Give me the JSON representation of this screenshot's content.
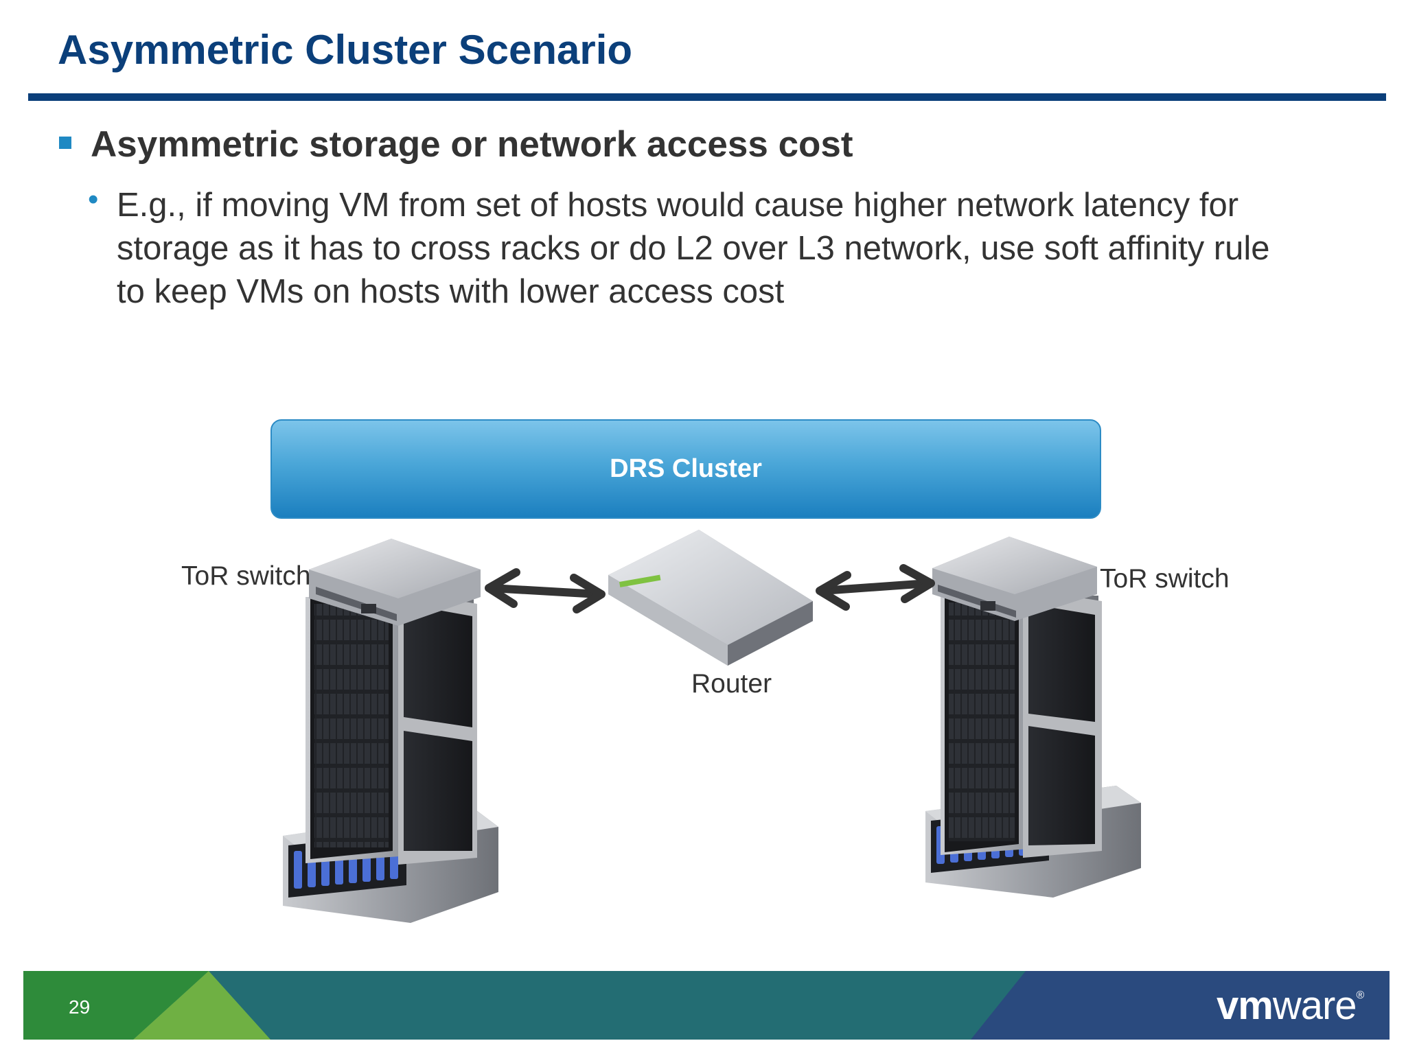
{
  "slide": {
    "title": "Asymmetric Cluster Scenario",
    "bullets": [
      {
        "text": "Asymmetric storage or network access cost",
        "sub": {
          "marker": "•",
          "lines": [
            "E.g., if moving VM from set of hosts would cause higher network latency for",
            "storage as it has to cross racks or do L2 over L3 network, use soft affinity rule",
            "to keep VMs on hosts with lower access cost"
          ]
        }
      }
    ]
  },
  "diagram": {
    "cluster_label": "DRS Cluster",
    "left_switch_label": "ToR switch",
    "right_switch_label": "ToR switch",
    "router_label": "Router",
    "icons": [
      "server-rack-icon",
      "router-icon",
      "bidirectional-arrow-icon"
    ]
  },
  "footer": {
    "page_number": "29",
    "logo_vm": "vm",
    "logo_ware": "ware",
    "logo_mark": "®"
  },
  "colors": {
    "title": "#0b3f7a",
    "bullet": "#1f89c3",
    "body_text": "#333333",
    "drs_bar": "#3a9ad2",
    "footer_green": "#2e8b3a",
    "footer_teal": "#236d73",
    "footer_navy": "#2a4a7e"
  }
}
